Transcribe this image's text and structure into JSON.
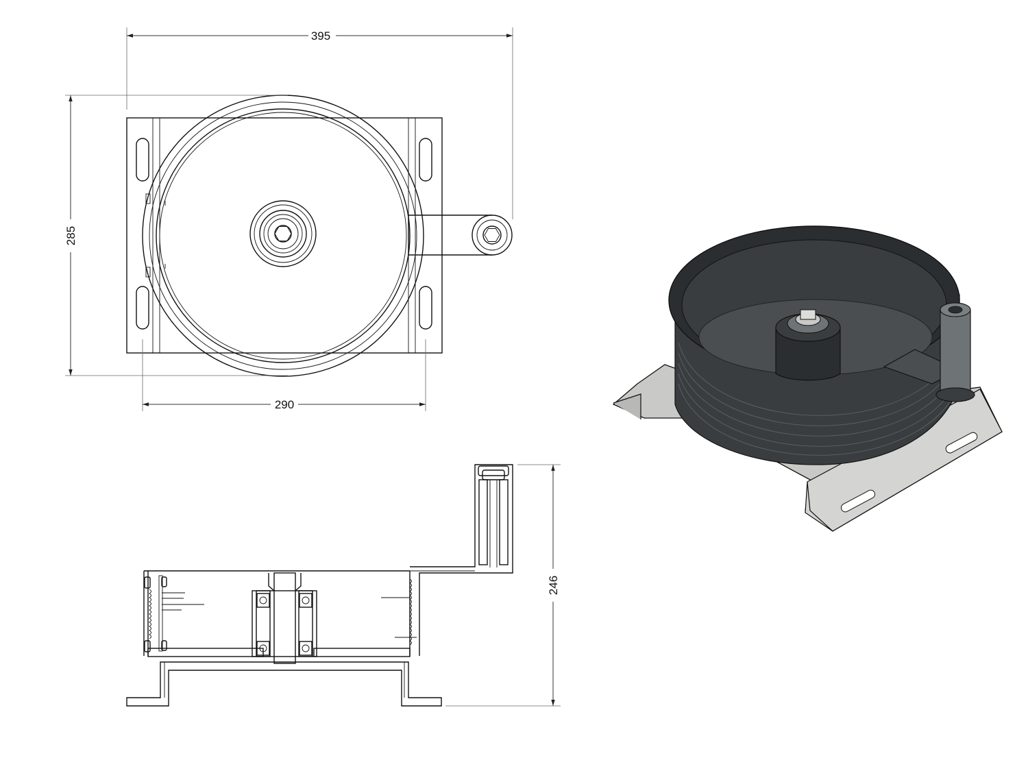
{
  "dimensions": {
    "overall_width": "395",
    "overall_height": "285",
    "mount_hole_spacing": "290",
    "side_height": "246"
  },
  "colors": {
    "line": "#111111",
    "reel_body": "#3a3d3f",
    "reel_dark": "#2b2e30",
    "bracket": "#c9c9c7",
    "post": "#6e7476"
  }
}
